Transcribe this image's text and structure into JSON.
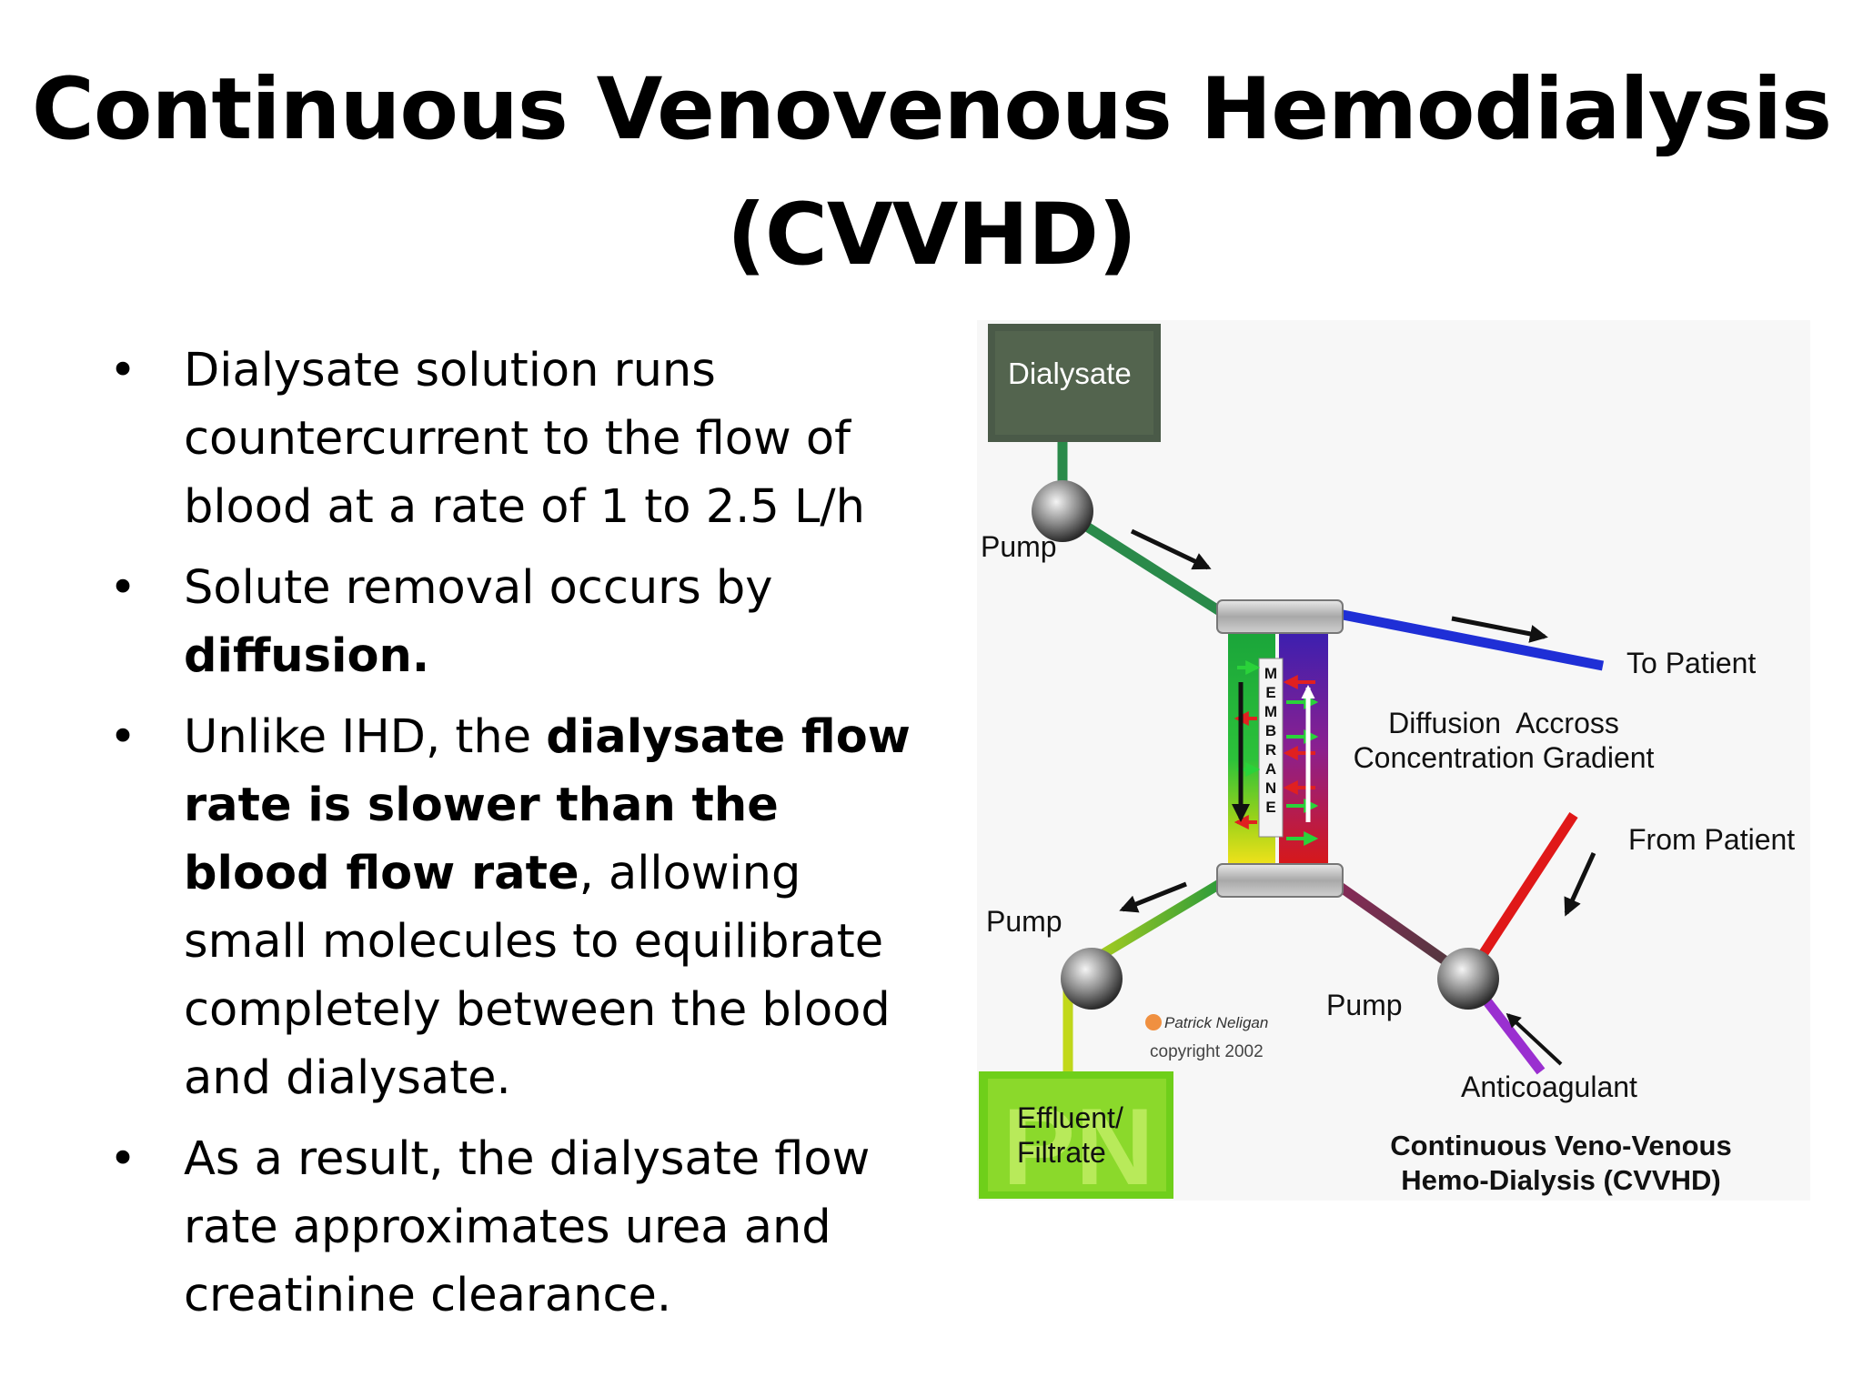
{
  "slide": {
    "title_line1": "Continuous Venovenous Hemodialysis",
    "title_line2": "(CVVHD)"
  },
  "bullets": [
    {
      "text": "Dialysate solution runs countercurrent to the flow of blood at a rate of 1 to 2.5 L/h"
    },
    {
      "pre": "Solute removal occurs by ",
      "bold": "diffusion."
    },
    {
      "pre": "Unlike IHD, the ",
      "bold": "dialysate flow rate is slower than the blood flow rate",
      "post": ", allowing small molecules to equilibrate completely between the blood and dialysate."
    },
    {
      "text": "As a result, the dialysate flow rate approximates urea and creatinine clearance."
    }
  ],
  "bullet_symbol": "•",
  "diagram": {
    "dialysate_label": "Dialysate",
    "pump_labels": [
      "Pump",
      "Pump",
      "Pump"
    ],
    "to_patient_label": "To Patient",
    "from_patient_label": "From Patient",
    "diffusion_line1": "Diffusion  Accross",
    "diffusion_line2": "Concentration Gradient",
    "membrane_letters": [
      "M",
      "E",
      "M",
      "B",
      "R",
      "A",
      "N",
      "E"
    ],
    "effluent_line1": "Effluent/",
    "effluent_line2": "Filtrate",
    "effluent_logo": "PN",
    "anticoagulant_label": "Anticoagulant",
    "signature": "Patrick Neligan",
    "copyright": "copyright 2002",
    "caption_line1": "Continuous Veno-Venous",
    "caption_line2": "Hemo-Dialysis (CVVHD)",
    "colors": {
      "dialysate_box": "#4a5a48",
      "blood_out_line": "#1f2fd6",
      "blood_in_line": "#e01818",
      "anticoagulant_line": "#9a2fd0",
      "effluent_box": "#6fcf1a"
    }
  }
}
